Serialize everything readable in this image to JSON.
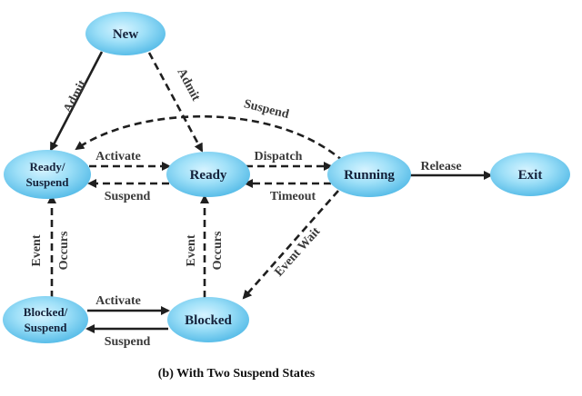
{
  "states": {
    "new": "New",
    "ready_suspend_line1": "Ready/",
    "ready_suspend_line2": "Suspend",
    "ready": "Ready",
    "running": "Running",
    "exit": "Exit",
    "blocked_suspend_line1": "Blocked/",
    "blocked_suspend_line2": "Suspend",
    "blocked": "Blocked"
  },
  "transitions": {
    "admit_left": "Admit",
    "admit_right": "Admit",
    "suspend_running_to_ready_suspend": "Suspend",
    "activate_top": "Activate",
    "suspend_ready": "Suspend",
    "dispatch": "Dispatch",
    "timeout": "Timeout",
    "release": "Release",
    "event_wait": "Event Wait",
    "event_occurs_left_line1": "Event",
    "event_occurs_left_line2": "Occurs",
    "event_occurs_right_line1": "Event",
    "event_occurs_right_line2": "Occurs",
    "activate_bottom": "Activate",
    "suspend_blocked": "Suspend"
  },
  "caption": "(b) With Two Suspend States",
  "colors": {
    "state_fill_light": "#d6f3ff",
    "state_fill_mid": "#7fd3f4",
    "state_fill_edge": "#4fb8e6",
    "state_text": "#14213a",
    "edge": "#1f1f1f",
    "edge_label": "#3a3a3a"
  }
}
